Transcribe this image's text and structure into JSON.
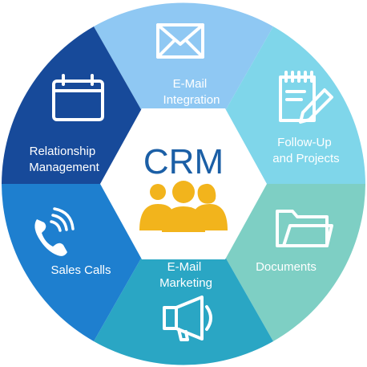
{
  "center": {
    "title": "CRM",
    "icon": "people-group-icon",
    "colors": {
      "title": "#1b5fa6",
      "icon": "#f2b41c",
      "hub": "#ffffff"
    }
  },
  "segments": [
    {
      "id": "email-integration",
      "lines": [
        "E-Mail",
        "Integration"
      ],
      "icon": "envelope-icon",
      "color": "#8fc8f3"
    },
    {
      "id": "follow-up-projects",
      "lines": [
        "Follow-Up",
        "and Projects"
      ],
      "icon": "notepad-pencil-icon",
      "color": "#7fd6ea"
    },
    {
      "id": "documents",
      "lines": [
        "Documents"
      ],
      "icon": "folder-icon",
      "color": "#7ecfc4"
    },
    {
      "id": "email-marketing",
      "lines": [
        "E-Mail",
        "Marketing"
      ],
      "icon": "megaphone-icon",
      "color": "#2aa6c4"
    },
    {
      "id": "sales-calls",
      "lines": [
        "Sales Calls"
      ],
      "icon": "phone-icon",
      "color": "#1e7fcf"
    },
    {
      "id": "relationship-management",
      "lines": [
        "Relationship",
        "Management"
      ],
      "icon": "calendar-icon",
      "color": "#174a9a"
    }
  ]
}
